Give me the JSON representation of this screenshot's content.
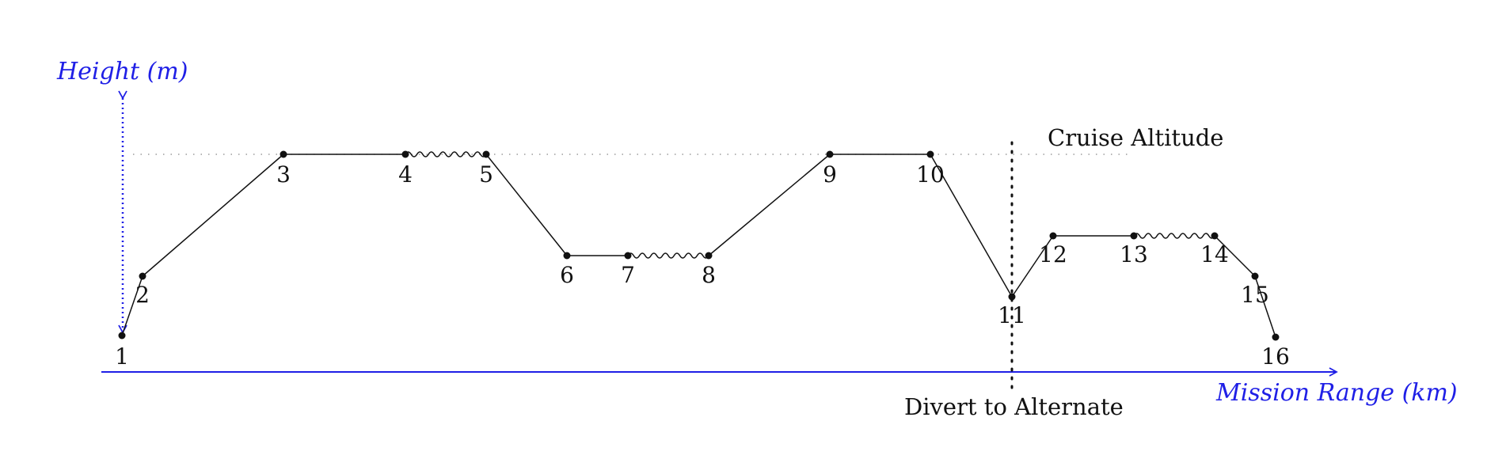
{
  "title": "",
  "axes": {
    "y_label": "Height (m)",
    "x_label": "Mission Range (km)",
    "color": "#1f1fe6"
  },
  "annotations": {
    "cruise": "Cruise Altitude",
    "divert": "Divert to Alternate"
  },
  "waypoints": [
    {
      "id": "1",
      "label": "1"
    },
    {
      "id": "2",
      "label": "2"
    },
    {
      "id": "3",
      "label": "3"
    },
    {
      "id": "4",
      "label": "4"
    },
    {
      "id": "5",
      "label": "5"
    },
    {
      "id": "6",
      "label": "6"
    },
    {
      "id": "7",
      "label": "7"
    },
    {
      "id": "8",
      "label": "8"
    },
    {
      "id": "9",
      "label": "9"
    },
    {
      "id": "10",
      "label": "10"
    },
    {
      "id": "11",
      "label": "11"
    },
    {
      "id": "12",
      "label": "12"
    },
    {
      "id": "13",
      "label": "13"
    },
    {
      "id": "14",
      "label": "14"
    },
    {
      "id": "15",
      "label": "15"
    },
    {
      "id": "16",
      "label": "16"
    }
  ],
  "segments": [
    {
      "from": "1",
      "to": "2",
      "style": "straight"
    },
    {
      "from": "2",
      "to": "3",
      "style": "straight"
    },
    {
      "from": "3",
      "to": "4",
      "style": "straight"
    },
    {
      "from": "4",
      "to": "5",
      "style": "wavy"
    },
    {
      "from": "5",
      "to": "6",
      "style": "straight"
    },
    {
      "from": "6",
      "to": "7",
      "style": "straight"
    },
    {
      "from": "7",
      "to": "8",
      "style": "wavy"
    },
    {
      "from": "8",
      "to": "9",
      "style": "straight"
    },
    {
      "from": "9",
      "to": "10",
      "style": "straight"
    },
    {
      "from": "10",
      "to": "11",
      "style": "straight"
    },
    {
      "from": "11",
      "to": "12",
      "style": "straight"
    },
    {
      "from": "12",
      "to": "13",
      "style": "straight"
    },
    {
      "from": "13",
      "to": "14",
      "style": "wavy"
    },
    {
      "from": "14",
      "to": "15",
      "style": "straight"
    },
    {
      "from": "15",
      "to": "16",
      "style": "straight"
    }
  ]
}
